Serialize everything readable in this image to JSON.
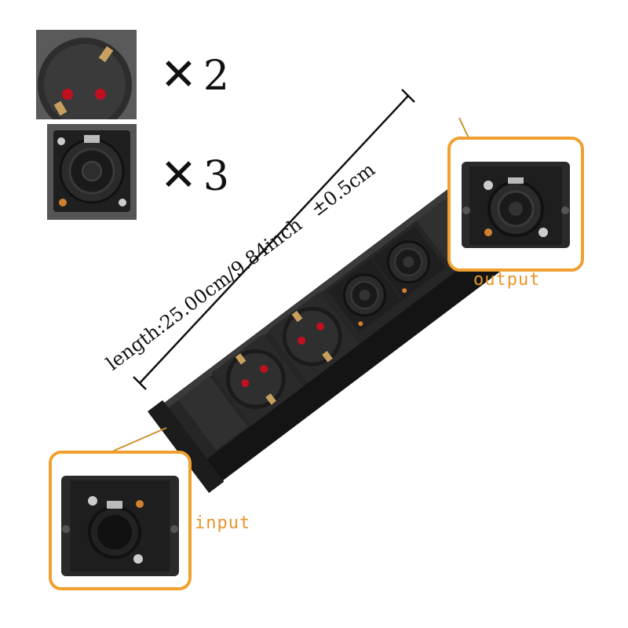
{
  "legend": {
    "schuko_multiplier": "2",
    "speakon_multiplier": "3"
  },
  "dimension": {
    "length_text": "length:25.00cm/9.84inch",
    "tolerance_text": "±0.5cm"
  },
  "callouts": {
    "output_label": "output",
    "input_label": "input"
  },
  "colors": {
    "callout_border": "#f0a030",
    "callout_text": "#e8952a",
    "housing": "#222222"
  }
}
